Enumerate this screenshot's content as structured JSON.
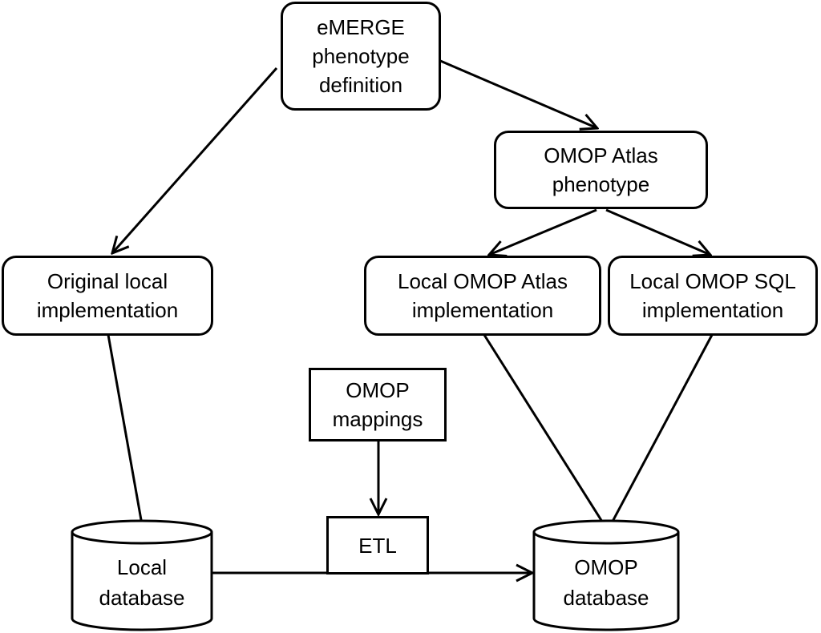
{
  "diagram": {
    "nodes": {
      "emerge_definition": {
        "lines": [
          "eMERGE",
          "phenotype",
          "definition"
        ]
      },
      "omop_atlas_phenotype": {
        "lines": [
          "OMOP Atlas",
          "phenotype"
        ]
      },
      "original_local_implementation": {
        "lines": [
          "Original local",
          "implementation"
        ]
      },
      "local_omop_atlas_implementation": {
        "lines": [
          "Local OMOP Atlas",
          "implementation"
        ]
      },
      "local_omop_sql_implementation": {
        "lines": [
          "Local OMOP SQL",
          "implementation"
        ]
      },
      "omop_mappings": {
        "lines": [
          "OMOP",
          "mappings"
        ]
      },
      "etl": {
        "lines": [
          "ETL"
        ]
      },
      "local_database": {
        "lines": [
          "Local",
          "database"
        ]
      },
      "omop_database": {
        "lines": [
          "OMOP",
          "database"
        ]
      }
    },
    "edges": [
      {
        "from": "emerge_definition",
        "to": "original_local_implementation",
        "arrow": true
      },
      {
        "from": "emerge_definition",
        "to": "omop_atlas_phenotype",
        "arrow": true
      },
      {
        "from": "omop_atlas_phenotype",
        "to": "local_omop_atlas_implementation",
        "arrow": true
      },
      {
        "from": "omop_atlas_phenotype",
        "to": "local_omop_sql_implementation",
        "arrow": true
      },
      {
        "from": "original_local_implementation",
        "to": "local_database",
        "arrow": false
      },
      {
        "from": "local_omop_atlas_implementation",
        "to": "omop_database",
        "arrow": false
      },
      {
        "from": "local_omop_sql_implementation",
        "to": "omop_database",
        "arrow": false
      },
      {
        "from": "omop_mappings",
        "to": "etl",
        "arrow": true
      },
      {
        "from": "local_database",
        "to": "omop_database",
        "arrow": true,
        "via": "etl"
      }
    ],
    "colors": {
      "stroke": "#000000",
      "fill": "#ffffff",
      "text": "#000000"
    }
  }
}
